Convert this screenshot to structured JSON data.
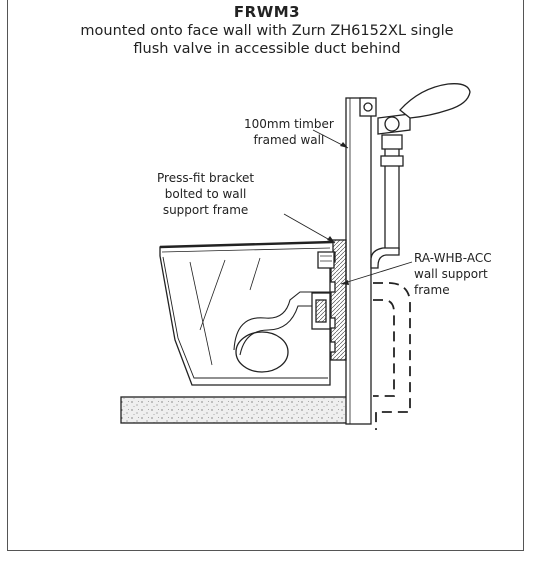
{
  "title": "FRWM3",
  "subtitle_line1": "mounted onto face wall with Zurn ZH6152XL single",
  "subtitle_line2": "flush valve in accessible duct behind",
  "labels": {
    "wall_line1": "100mm timber",
    "wall_line2": "framed wall",
    "bracket_line1": "Press-fit bracket",
    "bracket_line2": "bolted to wall",
    "bracket_line3": "support frame",
    "frame_line1": "RA-WHB-ACC",
    "frame_line2": "wall support",
    "frame_line3": "frame"
  },
  "colors": {
    "line": "#222222",
    "frame_border": "#555555",
    "floor_fill": "#efefef"
  }
}
